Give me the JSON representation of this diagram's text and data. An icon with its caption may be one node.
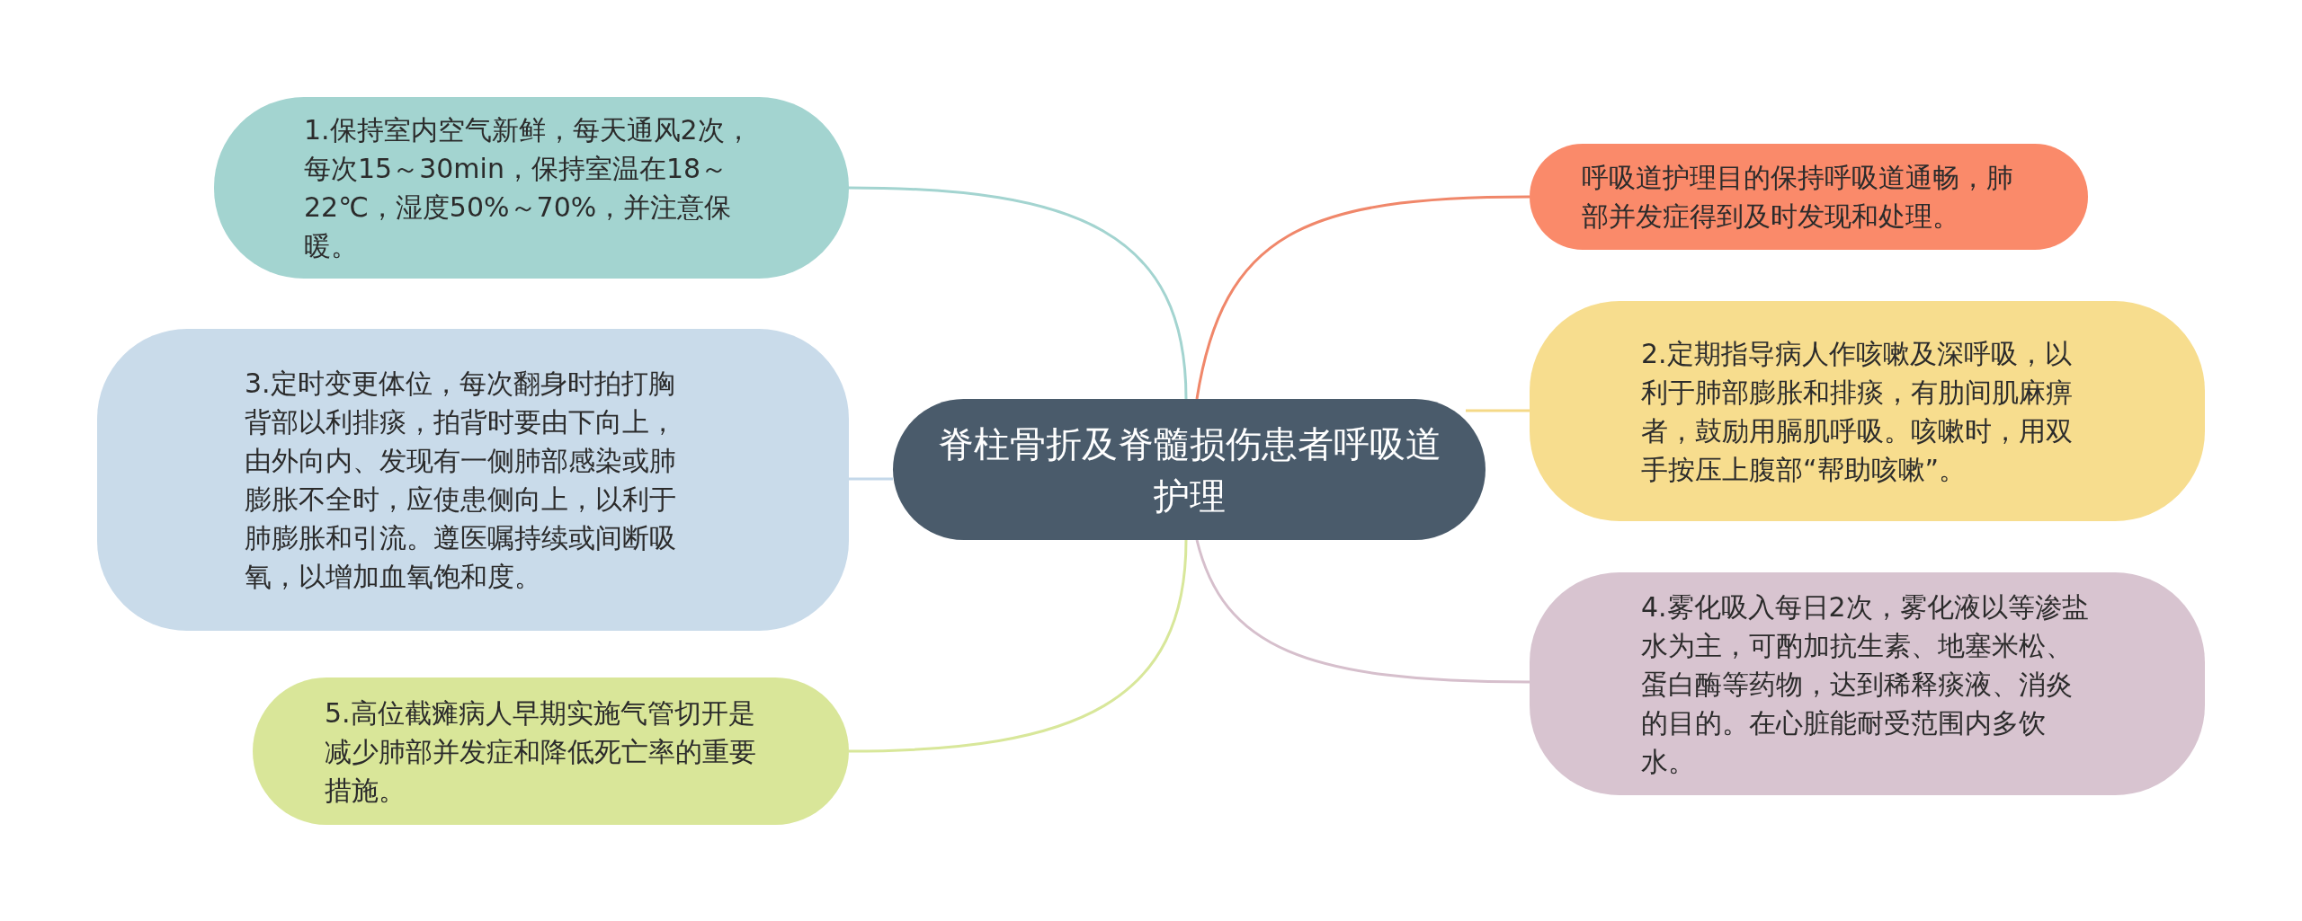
{
  "diagram": {
    "nodes": [
      {
        "text": [
          "脊柱骨折及脊髓损伤患者呼吸道护理"
        ]
      },
      {
        "text": [
          "1.保持室内空气新鲜，每天通风2次，每次15～30min，保持室温在18～22℃，湿度50%～70%，并注意保暖。"
        ]
      },
      {
        "text": [
          "3.定时变更体位，每次翻身时拍打胸背部以利排痰，拍背时要由下向上，由外向内、发现有一侧肺部感染或肺膨胀不全时，应使患侧向上，以利于肺膨胀和引流。遵医嘱持续或间断吸氧，以增加血氧饱和度。"
        ]
      },
      {
        "text": [
          "5.高位截瘫病人早期实施气管切开是减少肺部并发症和降低死亡率的重要措施。"
        ]
      },
      {
        "text": [
          "呼吸道护理目的保持呼吸道通畅，肺部并发症得到及时发现和处理。"
        ]
      },
      {
        "text": [
          "2.定期指导病人作咳嗽及深呼吸，以利于肺部膨胀和排痰，有肋间肌麻痹者，鼓励用膈肌呼吸。咳嗽时，用双手按压上腹部“帮助咳嗽”。"
        ]
      },
      {
        "text": [
          "4.雾化吸入每日2次，雾化液以等渗盐水为主，可酌加抗生素、地塞米松、蛋白酶等药物，达到稀释痰液、消炎的目的。在心脏能耐受范围内多饮水。"
        ]
      }
    ],
    "edges": [
      {
        "from": 0,
        "to": 1,
        "arrow": "none",
        "color": "#a3d4d0"
      },
      {
        "from": 0,
        "to": 2,
        "arrow": "none",
        "color": "#c4d8ea"
      },
      {
        "from": 0,
        "to": 3,
        "arrow": "none",
        "color": "#d8e79a"
      },
      {
        "from": 0,
        "to": 4,
        "arrow": "none",
        "color": "#f0876a"
      },
      {
        "from": 0,
        "to": 5,
        "arrow": "none",
        "color": "#f5d987"
      },
      {
        "from": 0,
        "to": 6,
        "arrow": "none",
        "color": "#d6bfcc"
      }
    ]
  }
}
